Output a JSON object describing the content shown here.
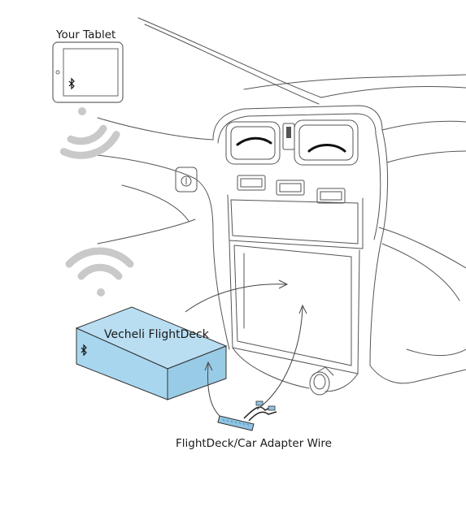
{
  "labels": {
    "tablet": "Your Tablet",
    "device": "Vecheli FlightDeck",
    "wire": "FlightDeck/Car Adapter Wire"
  },
  "icons": {
    "tablet_bluetooth": "bluetooth-icon",
    "device_bluetooth": "bluetooth-icon",
    "wifi_signal": "wireless-signal-icon"
  },
  "colors": {
    "device_top": "#b9def2",
    "device_front": "#a9d6ef",
    "device_side": "#98cbe6",
    "connector": "#8fc4e3",
    "wifi_gray": "#c9c9c9",
    "line": "#444444"
  }
}
